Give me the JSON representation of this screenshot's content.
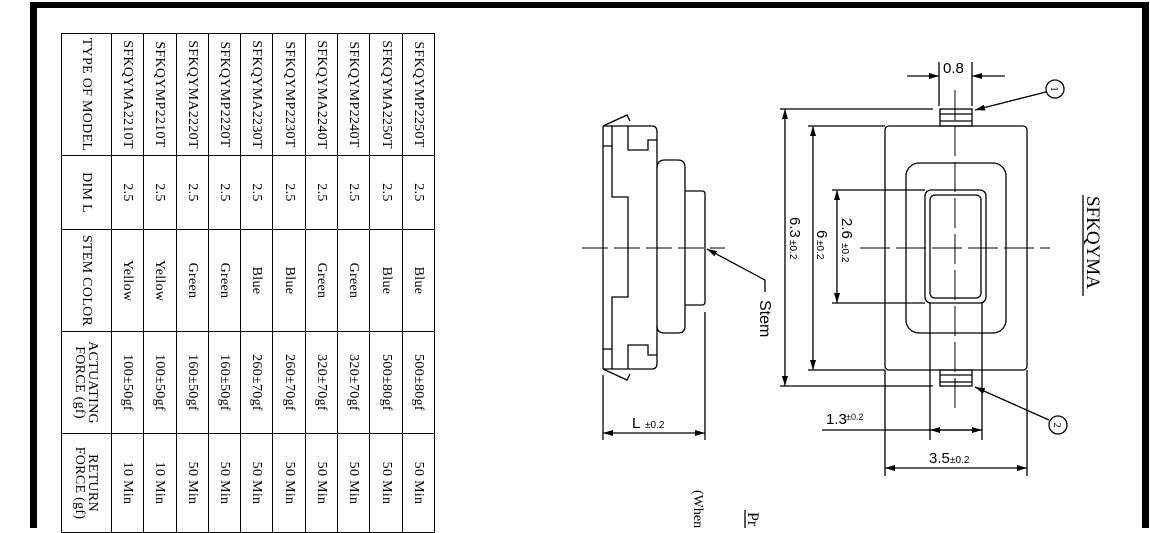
{
  "table": {
    "headers": [
      "TYPE OF MODEL",
      "DIM L",
      "STEM COLOR",
      "ACTUATING FORCE (gf)",
      "RETURN FORCE (gf)"
    ],
    "rows": [
      [
        "SFKQYMA2210T",
        "2.5",
        "Yellow",
        "100±50gf",
        "10 Min"
      ],
      [
        "SFKQYMP2210T",
        "2.5",
        "Yellow",
        "100±50gf",
        "10 Min"
      ],
      [
        "SFKQYMA2220T",
        "2.5",
        "Green",
        "160±50gf",
        "50 Min"
      ],
      [
        "SFKQYMP2220T",
        "2.5",
        "Green",
        "160±50gf",
        "50 Min"
      ],
      [
        "SFKQYMA2230T",
        "2.5",
        "Blue",
        "260±70gf",
        "50 Min"
      ],
      [
        "SFKQYMP2230T",
        "2.5",
        "Blue",
        "260±70gf",
        "50 Min"
      ],
      [
        "SFKQYMA2240T",
        "2.5",
        "Green",
        "320±70gf",
        "50 Min"
      ],
      [
        "SFKQYMP2240T",
        "2.5",
        "Green",
        "320±70gf",
        "50 Min"
      ],
      [
        "SFKQYMA2250T",
        "2.5",
        "Blue",
        "500±80gf",
        "50 Min"
      ],
      [
        "SFKQYMP2250T",
        "2.5",
        "Blue",
        "500±80gf",
        "50 Min"
      ]
    ]
  },
  "drawing": {
    "title": "SFKQYMA",
    "stem_label": "Stem",
    "dim_L": "L",
    "dim_L_tol": "±0.2",
    "dim_0_8": "0.8",
    "dim_6_3": "6.3",
    "dim_6": "6",
    "dim_2_6": "2.6",
    "dim_1_3": "1.3",
    "dim_3_5": "3.5",
    "tol": "±0.2",
    "terminal_1": "1",
    "terminal_2": "2",
    "note_when": "(When",
    "note_pr": "Pr"
  }
}
